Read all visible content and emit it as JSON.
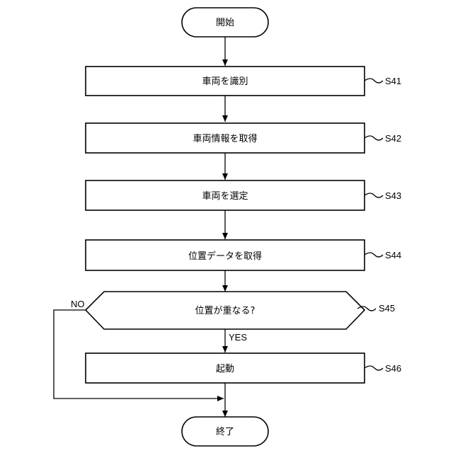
{
  "flowchart": {
    "start": {
      "label": "開始"
    },
    "end": {
      "label": "終了"
    },
    "steps": [
      {
        "id": "S41",
        "label": "車両を識別"
      },
      {
        "id": "S42",
        "label": "車両情報を取得"
      },
      {
        "id": "S43",
        "label": "車両を選定"
      },
      {
        "id": "S44",
        "label": "位置データを取得"
      },
      {
        "id": "S45",
        "label": "位置が重なる?"
      },
      {
        "id": "S46",
        "label": "起動"
      }
    ],
    "branches": {
      "yes": "YES",
      "no": "NO"
    }
  }
}
